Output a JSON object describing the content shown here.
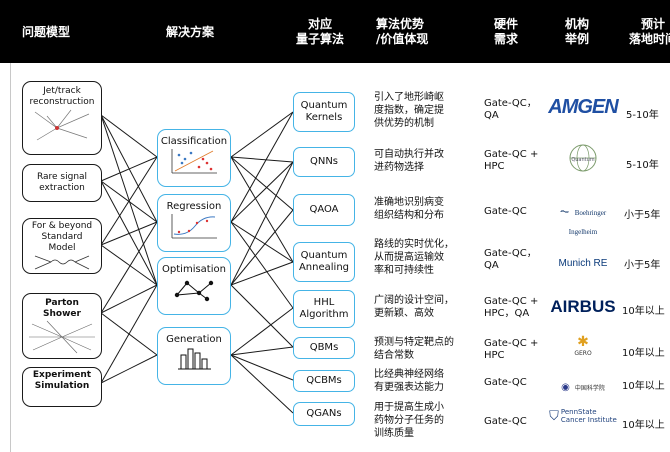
{
  "header": {
    "col1": "问题模型",
    "col2": "解决方案",
    "col3": "对应\n量子算法",
    "col4": "算法优势\n/价值体现",
    "col5": "硬件\n需求",
    "col6": "机构\n举例",
    "col7": "预计\n落地时间"
  },
  "problems": [
    {
      "label": "Jet/track\nreconstruction"
    },
    {
      "label": "Rare signal\nextraction"
    },
    {
      "label": "For & beyond\nStandard\nModel"
    },
    {
      "label": "Parton\nShower"
    },
    {
      "label": "Experiment\nSimulation"
    }
  ],
  "solutions": [
    {
      "label": "Classification"
    },
    {
      "label": "Regression"
    },
    {
      "label": "Optimisation"
    },
    {
      "label": "Generation"
    }
  ],
  "algorithms": [
    {
      "label": "Quantum\nKernels",
      "advantage": "引入了地形崎岖\n度指数，确定提\n供优势的机制",
      "hardware": "Gate-QC，\nQA",
      "org": "AMGEN",
      "timeline": "5-10年"
    },
    {
      "label": "QNNs",
      "advantage": "可自动执行并改\n进药物选择",
      "hardware": "Gate-QC +\nHPC",
      "org": "Quantum",
      "timeline": "5-10年"
    },
    {
      "label": "QAOA",
      "advantage": "准确地识别病变\n组织结构和分布",
      "hardware": "Gate-QC",
      "org": "Boehringer Ingelheim",
      "timeline": "小于5年"
    },
    {
      "label": "Quantum\nAnnealing",
      "advantage": "路线的实时优化，\n从而提高运输效\n率和可持续性",
      "hardware": "Gate-QC，\nQA",
      "org": "Munich RE",
      "timeline": "小于5年"
    },
    {
      "label": "HHL\nAlgorithm",
      "advantage": "广阔的设计空间，\n更新颖、高效",
      "hardware": "Gate-QC +\nHPC，QA",
      "org": "AIRBUS",
      "timeline": "10年以上"
    },
    {
      "label": "QBMs",
      "advantage": "预测与特定靶点的\n结合常数",
      "hardware": "Gate-QC +\nHPC",
      "org": "GERO",
      "timeline": "10年以上"
    },
    {
      "label": "QCBMs",
      "advantage": "比经典神经网络\n有更强表达能力",
      "hardware": "Gate-QC",
      "org": "中国科学院",
      "timeline": "10年以上"
    },
    {
      "label": "QGANs",
      "advantage": "用于提高生成小\n药物分子任务的\n训练质量",
      "hardware": "Gate-QC",
      "org": "PennState\nCancer Institute",
      "timeline": "10年以上"
    }
  ],
  "colors": {
    "header_bg": "#000000",
    "box_border": "#45b4e6",
    "amgen": "#1f4fa3",
    "airbus": "#00205b"
  }
}
